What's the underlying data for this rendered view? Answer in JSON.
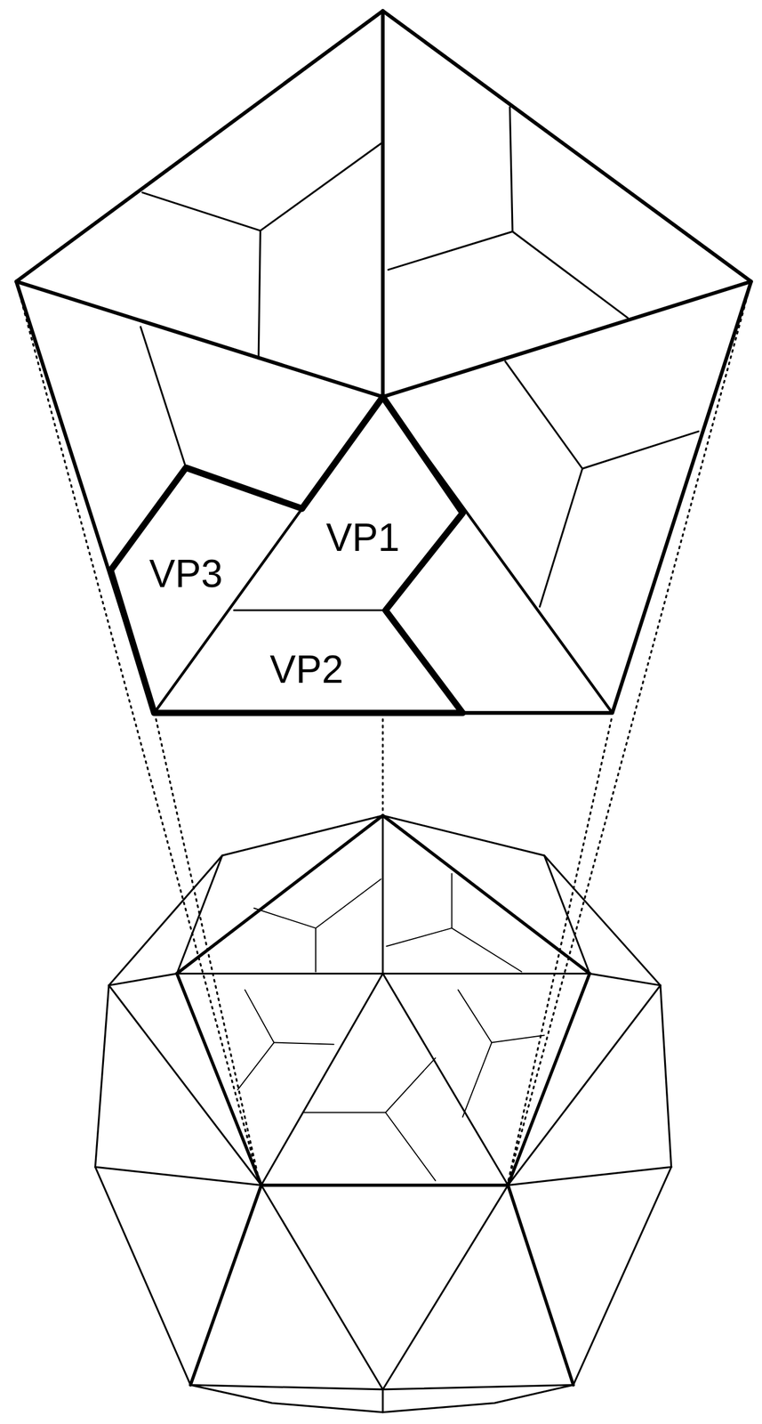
{
  "diagram": {
    "labels": [
      "VP1",
      "VP3",
      "VP2"
    ]
  }
}
